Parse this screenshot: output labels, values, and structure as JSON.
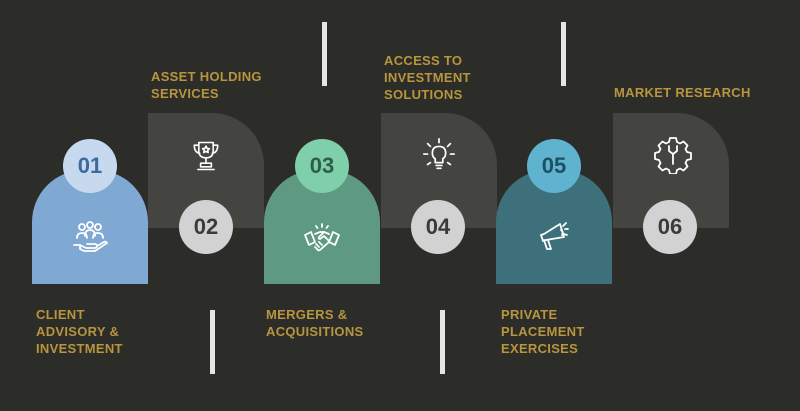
{
  "steps": [
    {
      "number": "01",
      "label": "CLIENT\nADVISORY &\nINVESTMENT",
      "color": "#7fa8d2",
      "circle_color": "#c7d9ee",
      "number_color": "#3a6aa0",
      "icon": "group-hand-icon"
    },
    {
      "number": "02",
      "label": "ASSET HOLDING\nSERVICES",
      "color": "#444440",
      "circle_color": "#d2d2d2",
      "number_color": "#3b3b3b",
      "icon": "trophy-icon"
    },
    {
      "number": "03",
      "label": "MERGERS &\nACQUISITIONS",
      "color": "#5e9a82",
      "circle_color": "#7ecfaa",
      "number_color": "#2e5f48",
      "icon": "handshake-icon"
    },
    {
      "number": "04",
      "label": "ACCESS TO\nINVESTMENT\nSOLUTIONS",
      "color": "#444440",
      "circle_color": "#d2d2d2",
      "number_color": "#3b3b3b",
      "icon": "lightbulb-icon"
    },
    {
      "number": "05",
      "label": "PRIVATE\nPLACEMENT\nEXERCISES",
      "color": "#3d707a",
      "circle_color": "#5fb3cf",
      "number_color": "#1f4f62",
      "icon": "megaphone-icon"
    },
    {
      "number": "06",
      "label": "MARKET RESEARCH",
      "color": "#444440",
      "circle_color": "#d2d2d2",
      "number_color": "#3b3b3b",
      "icon": "gear-wrench-icon"
    }
  ]
}
